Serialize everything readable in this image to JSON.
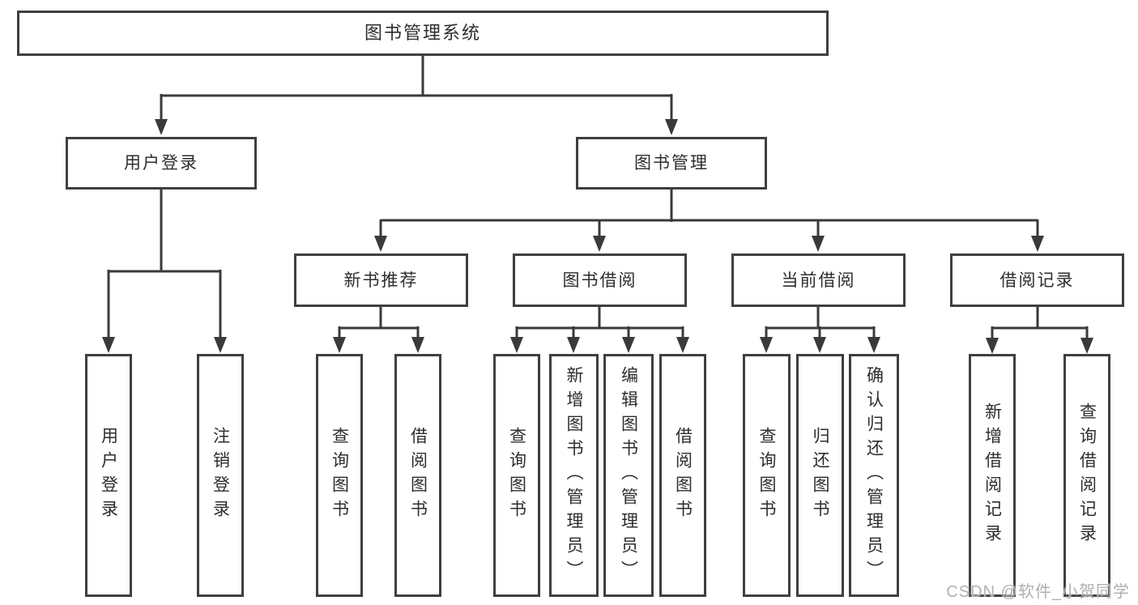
{
  "diagram": {
    "root": "图书管理系统",
    "level2": [
      {
        "label": "用户登录"
      },
      {
        "label": "图书管理"
      }
    ],
    "level3": [
      {
        "label": "新书推荐"
      },
      {
        "label": "图书借阅"
      },
      {
        "label": "当前借阅"
      },
      {
        "label": "借阅记录"
      }
    ],
    "leaves": {
      "user_login": [
        "用户登录",
        "注销登录"
      ],
      "new_book": [
        "查询图书",
        "借阅图书"
      ],
      "book_borrow": [
        "查询图书",
        "新增图书（管理员）",
        "编辑图书（管理员）",
        "借阅图书"
      ],
      "current_borrow": [
        "查询图书",
        "归还图书",
        "确认归还（管理员）"
      ],
      "borrow_record": [
        "新增借阅记录",
        "查询借阅记录"
      ]
    }
  },
  "watermark": "CSDN @软件_小贺同学",
  "colors": {
    "bg": "#ffffff",
    "line": "#3a3a3a",
    "box_border": "#3f3f3f",
    "text": "#2d2d2d",
    "watermark": "#b0b0b0"
  }
}
